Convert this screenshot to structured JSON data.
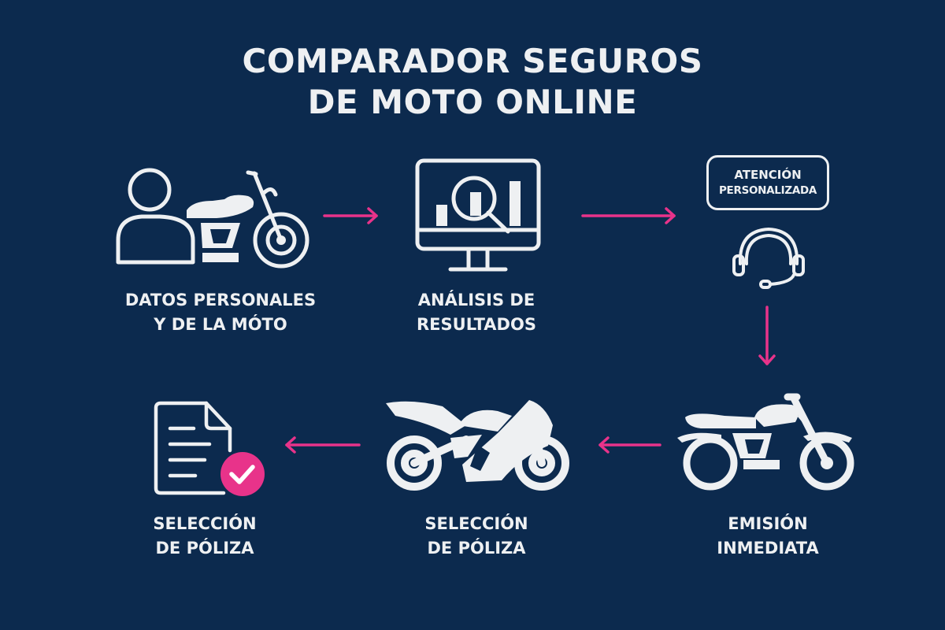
{
  "title": {
    "line1": "COMPARADOR SEGUROS",
    "line2": "DE MOTO ONLINE"
  },
  "colors": {
    "background": "#0c2a4e",
    "foreground": "#eef0f2",
    "accent": "#e8338a"
  },
  "steps": [
    {
      "id": 1,
      "icon": "user-and-motorcycle-icon",
      "line1": "DATOS PERSONALES",
      "line2": "Y DE LA MÓTO"
    },
    {
      "id": 2,
      "icon": "monitor-chart-magnifier-icon",
      "line1": "ANÁLISIS DE",
      "line2": "RESULTADOS"
    },
    {
      "id": 3,
      "icon": "headset-icon",
      "bubble_line1": "ATENCIÓN",
      "bubble_line2": "PERSONALIZADA"
    },
    {
      "id": 4,
      "icon": "classic-motorcycle-icon",
      "line1": "EMISIÓN",
      "line2": "INMEDIATA"
    },
    {
      "id": 5,
      "icon": "sport-motorcycle-icon",
      "line1": "SELECCIÓN",
      "line2": "DE PÓLIZA"
    },
    {
      "id": 6,
      "icon": "document-check-icon",
      "line1": "SELECCIÓN",
      "line2": "DE PÓLIZA"
    }
  ],
  "arrows": [
    {
      "from": 1,
      "to": 2,
      "direction": "right"
    },
    {
      "from": 2,
      "to": 3,
      "direction": "right"
    },
    {
      "from": 3,
      "to": 4,
      "direction": "down"
    },
    {
      "from": 4,
      "to": 5,
      "direction": "left"
    },
    {
      "from": 5,
      "to": 6,
      "direction": "left"
    }
  ]
}
